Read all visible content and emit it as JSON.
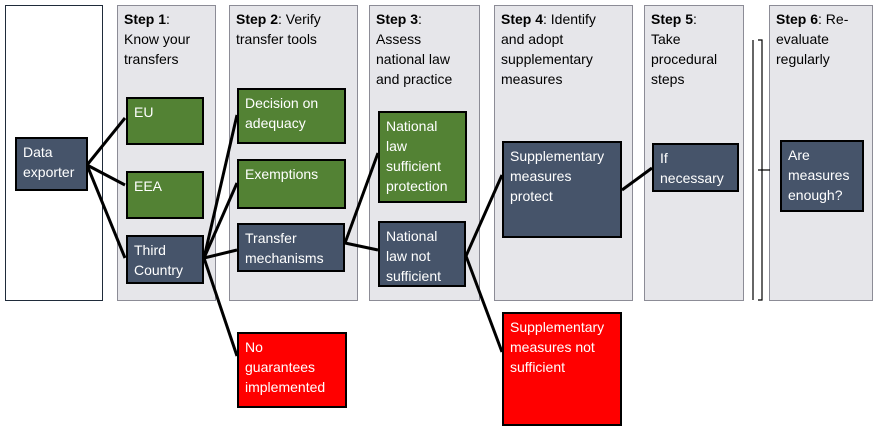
{
  "exporter": {
    "label": "Data\nexporter"
  },
  "steps": [
    {
      "num": "Step 1",
      "title": "Know your\ntransfers"
    },
    {
      "num": "Step 2",
      "title": "Verify\ntransfer tools"
    },
    {
      "num": "Step 3",
      "title": "Assess\nnational law\nand practice"
    },
    {
      "num": "Step 4",
      "title": "Identify\nand adopt\nsupplementary\nmeasures"
    },
    {
      "num": "Step 5",
      "title": "Take\nprocedural\nsteps"
    },
    {
      "num": "Step 6",
      "title": "Re-\nevaluate\nregularly"
    }
  ],
  "boxes": {
    "eu": "EU",
    "eea": "EEA",
    "third_country": "Third\nCountry",
    "decision_adequacy": "Decision on\nadequacy",
    "exemptions": "Exemptions",
    "transfer_mechanisms": "Transfer\nmechanisms",
    "no_guarantees": "No\nguarantees\nimplemented",
    "national_law_sufficient": "National\nlaw\nsufficient\nprotection",
    "national_law_not_sufficient": "National\nlaw not\nsufficient",
    "supp_protect": "Supplementary\nmeasures\nprotect",
    "supp_not_sufficient": "Supplementary\nmeasures not\nsufficient",
    "if_necessary": "If\nnecessary",
    "measures_enough": "Are\nmeasures\nenough?"
  },
  "colors": {
    "dark_box": "#46546a",
    "green_box": "#538234",
    "red_box": "#ff0000",
    "column_bg": "#e6e6ea"
  }
}
